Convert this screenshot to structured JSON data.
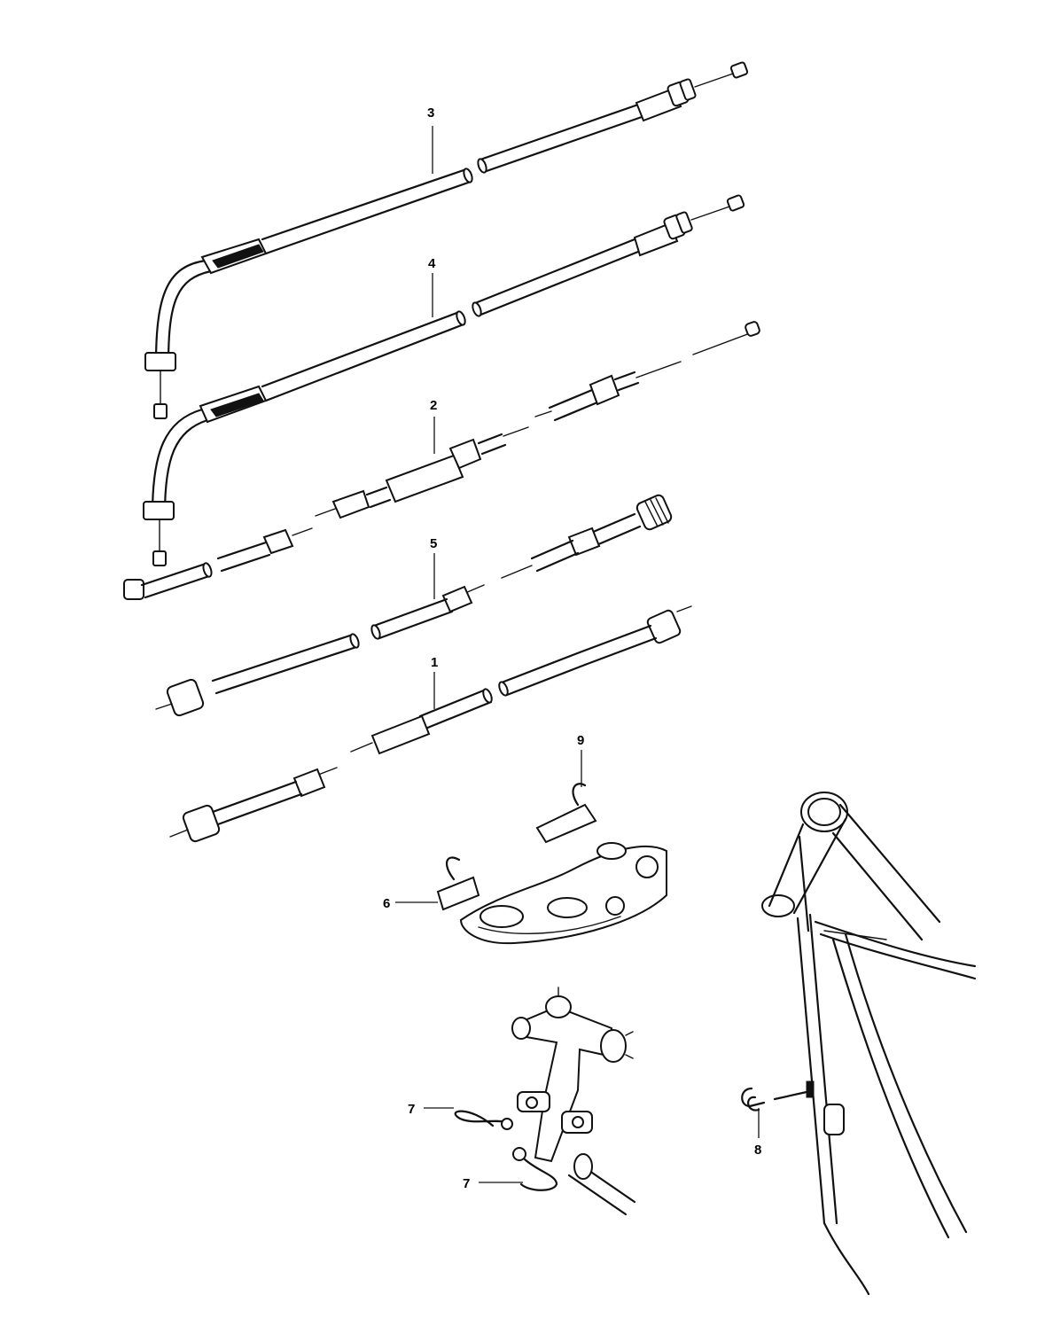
{
  "callouts": {
    "c1": "1",
    "c2": "2",
    "c3": "3",
    "c4": "4",
    "c5": "5",
    "c6": "6",
    "c7a": "7",
    "c7b": "7",
    "c8": "8",
    "c9": "9"
  }
}
